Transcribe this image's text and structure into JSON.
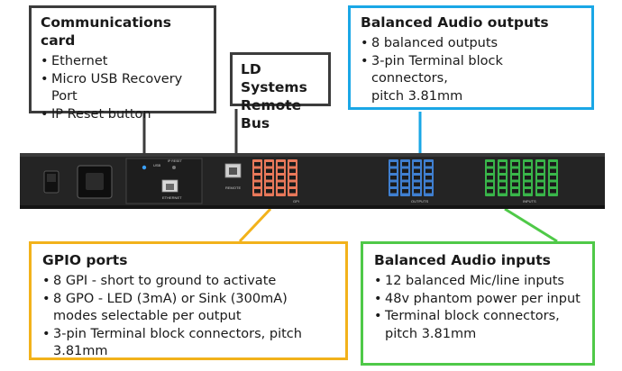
{
  "comm_card": {
    "title": "Communications card",
    "items": [
      "Ethernet",
      "Micro USB Recovery Port",
      "IP Reset button"
    ]
  },
  "remote_bus": {
    "title_line1": "LD Systems",
    "title_line2": "Remote Bus"
  },
  "balanced_outputs": {
    "title": "Balanced Audio outputs",
    "items": [
      "8 balanced outputs",
      "3-pin Terminal block connectors,",
      "pitch 3.81mm"
    ]
  },
  "gpio": {
    "title": "GPIO ports",
    "items": [
      "8 GPI - short to ground to activate",
      "8 GPO - LED (3mA) or Sink (300mA)",
      "modes selectable per output",
      "3-pin Terminal block connectors, pitch 3.81mm"
    ]
  },
  "balanced_inputs": {
    "title": "Balanced Audio inputs",
    "items": [
      "12 balanced Mic/line inputs",
      "48v phantom power per input",
      "Terminal block connectors,",
      "pitch 3.81mm"
    ]
  },
  "device_labels": {
    "usb": "USB",
    "ip_reset": "IP RESET",
    "ethernet": "ETHERNET",
    "remote": "REMOTE",
    "gpi": "GPI",
    "outputs": "OUTPUTS",
    "inputs": "INPUTS"
  },
  "colors": {
    "comm": "#3c3c3c",
    "outputs": "#1aa7e6",
    "gpio": "#f2b21b",
    "inputs": "#4fc948",
    "gpio_connector": "#e8785a",
    "output_connector": "#3f7fd0",
    "input_connector": "#39b54a"
  }
}
